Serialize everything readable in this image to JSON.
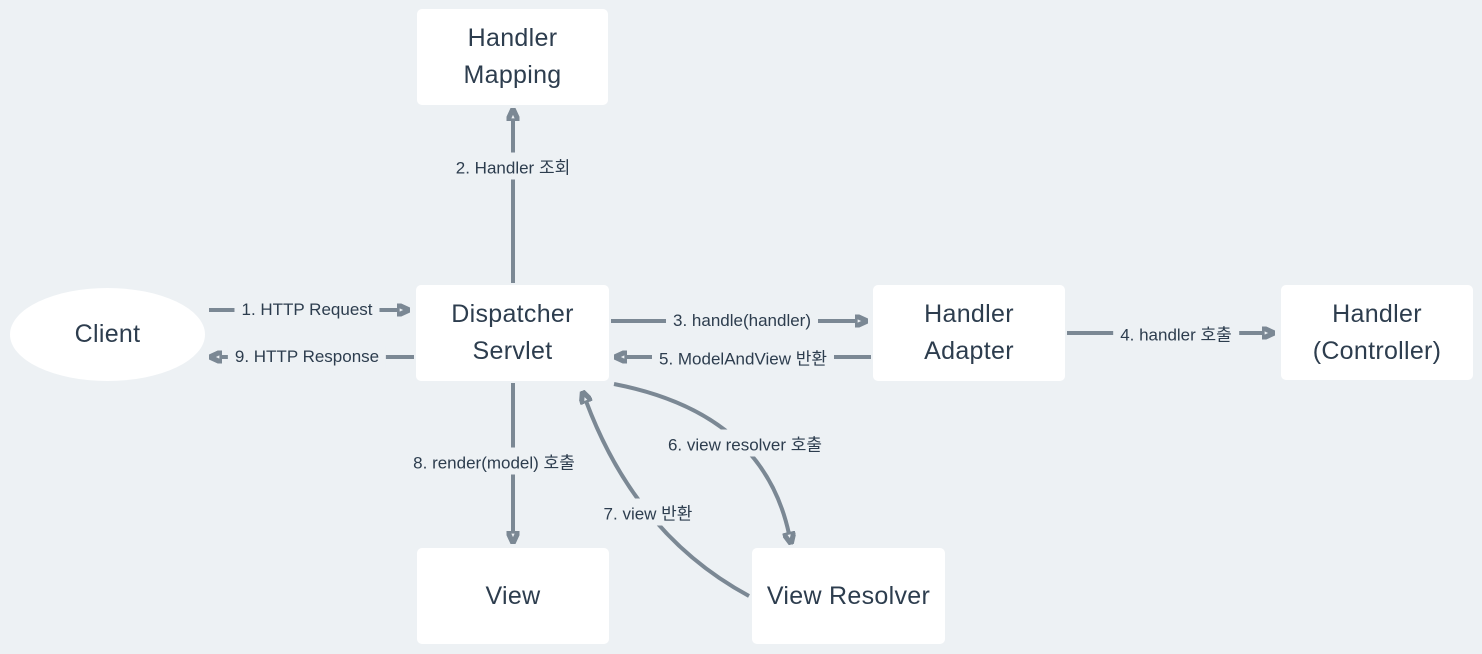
{
  "palette": {
    "background": "#edf1f4",
    "node_fill": "#ffffff",
    "text": "#2d3d4e",
    "arrow": "#7b8894"
  },
  "nodes": {
    "client": {
      "label": "Client"
    },
    "handler_mapping": {
      "line1": "Handler",
      "line2": "Mapping"
    },
    "dispatcher_servlet": {
      "line1": "Dispatcher",
      "line2": "Servlet"
    },
    "handler_adapter": {
      "line1": "Handler",
      "line2": "Adapter"
    },
    "handler_controller": {
      "line1": "Handler",
      "line2": "(Controller)"
    },
    "view": {
      "label": "View"
    },
    "view_resolver": {
      "label": "View Resolver"
    }
  },
  "edges": {
    "e1": {
      "label": "1. HTTP Request",
      "from": "client",
      "to": "dispatcher_servlet"
    },
    "e2": {
      "label": "2. Handler 조회",
      "from": "dispatcher_servlet",
      "to": "handler_mapping"
    },
    "e3": {
      "label": "3. handle(handler)",
      "from": "dispatcher_servlet",
      "to": "handler_adapter"
    },
    "e4": {
      "label": "4. handler 호출",
      "from": "handler_adapter",
      "to": "handler_controller"
    },
    "e5": {
      "label": "5. ModelAndView 반환",
      "from": "handler_adapter",
      "to": "dispatcher_servlet"
    },
    "e6": {
      "label": "6. view resolver 호출",
      "from": "dispatcher_servlet",
      "to": "view_resolver"
    },
    "e7": {
      "label": "7. view 반환",
      "from": "view_resolver",
      "to": "dispatcher_servlet"
    },
    "e8": {
      "label": "8. render(model) 호출",
      "from": "dispatcher_servlet",
      "to": "view"
    },
    "e9": {
      "label": "9. HTTP Response",
      "from": "dispatcher_servlet",
      "to": "client"
    }
  }
}
